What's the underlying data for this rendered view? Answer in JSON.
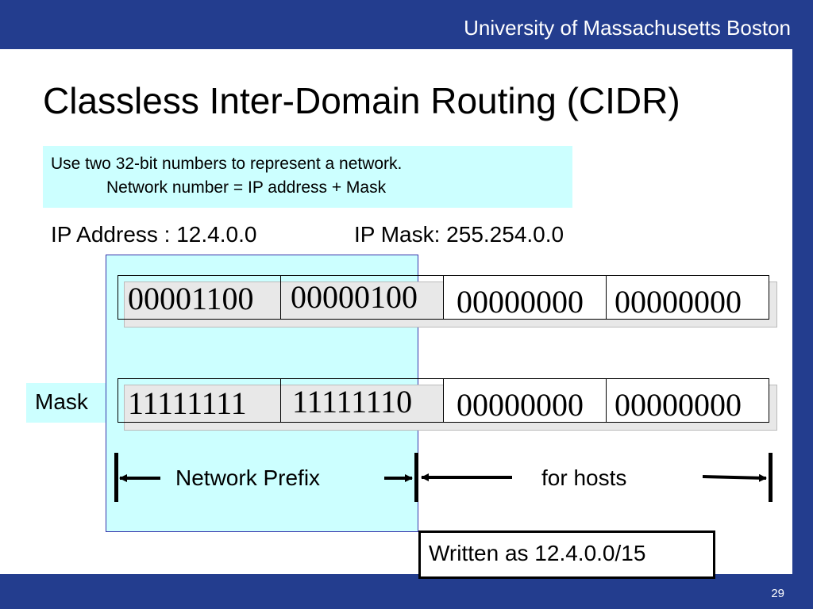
{
  "header": {
    "institution": "University of Massachusetts Boston"
  },
  "slide": {
    "title": "Classless Inter-Domain Routing (CIDR)",
    "callout": {
      "line1": "Use two 32-bit numbers to represent a network.",
      "line2": "Network number = IP address + Mask"
    },
    "ip_address_label": "IP Address : 12.4.0.0",
    "ip_mask_label": "IP  Mask: 255.254.0.0",
    "address_bits": [
      "00001100",
      "00000100",
      "00000000",
      "00000000"
    ],
    "mask_label": "Mask",
    "mask_bits": [
      "11111111",
      "11111110",
      "00000000",
      "00000000"
    ],
    "network_prefix_label": "Network Prefix",
    "hosts_label": "for hosts",
    "written_as": "Written as 12.4.0.0/15",
    "page_number": "29"
  }
}
